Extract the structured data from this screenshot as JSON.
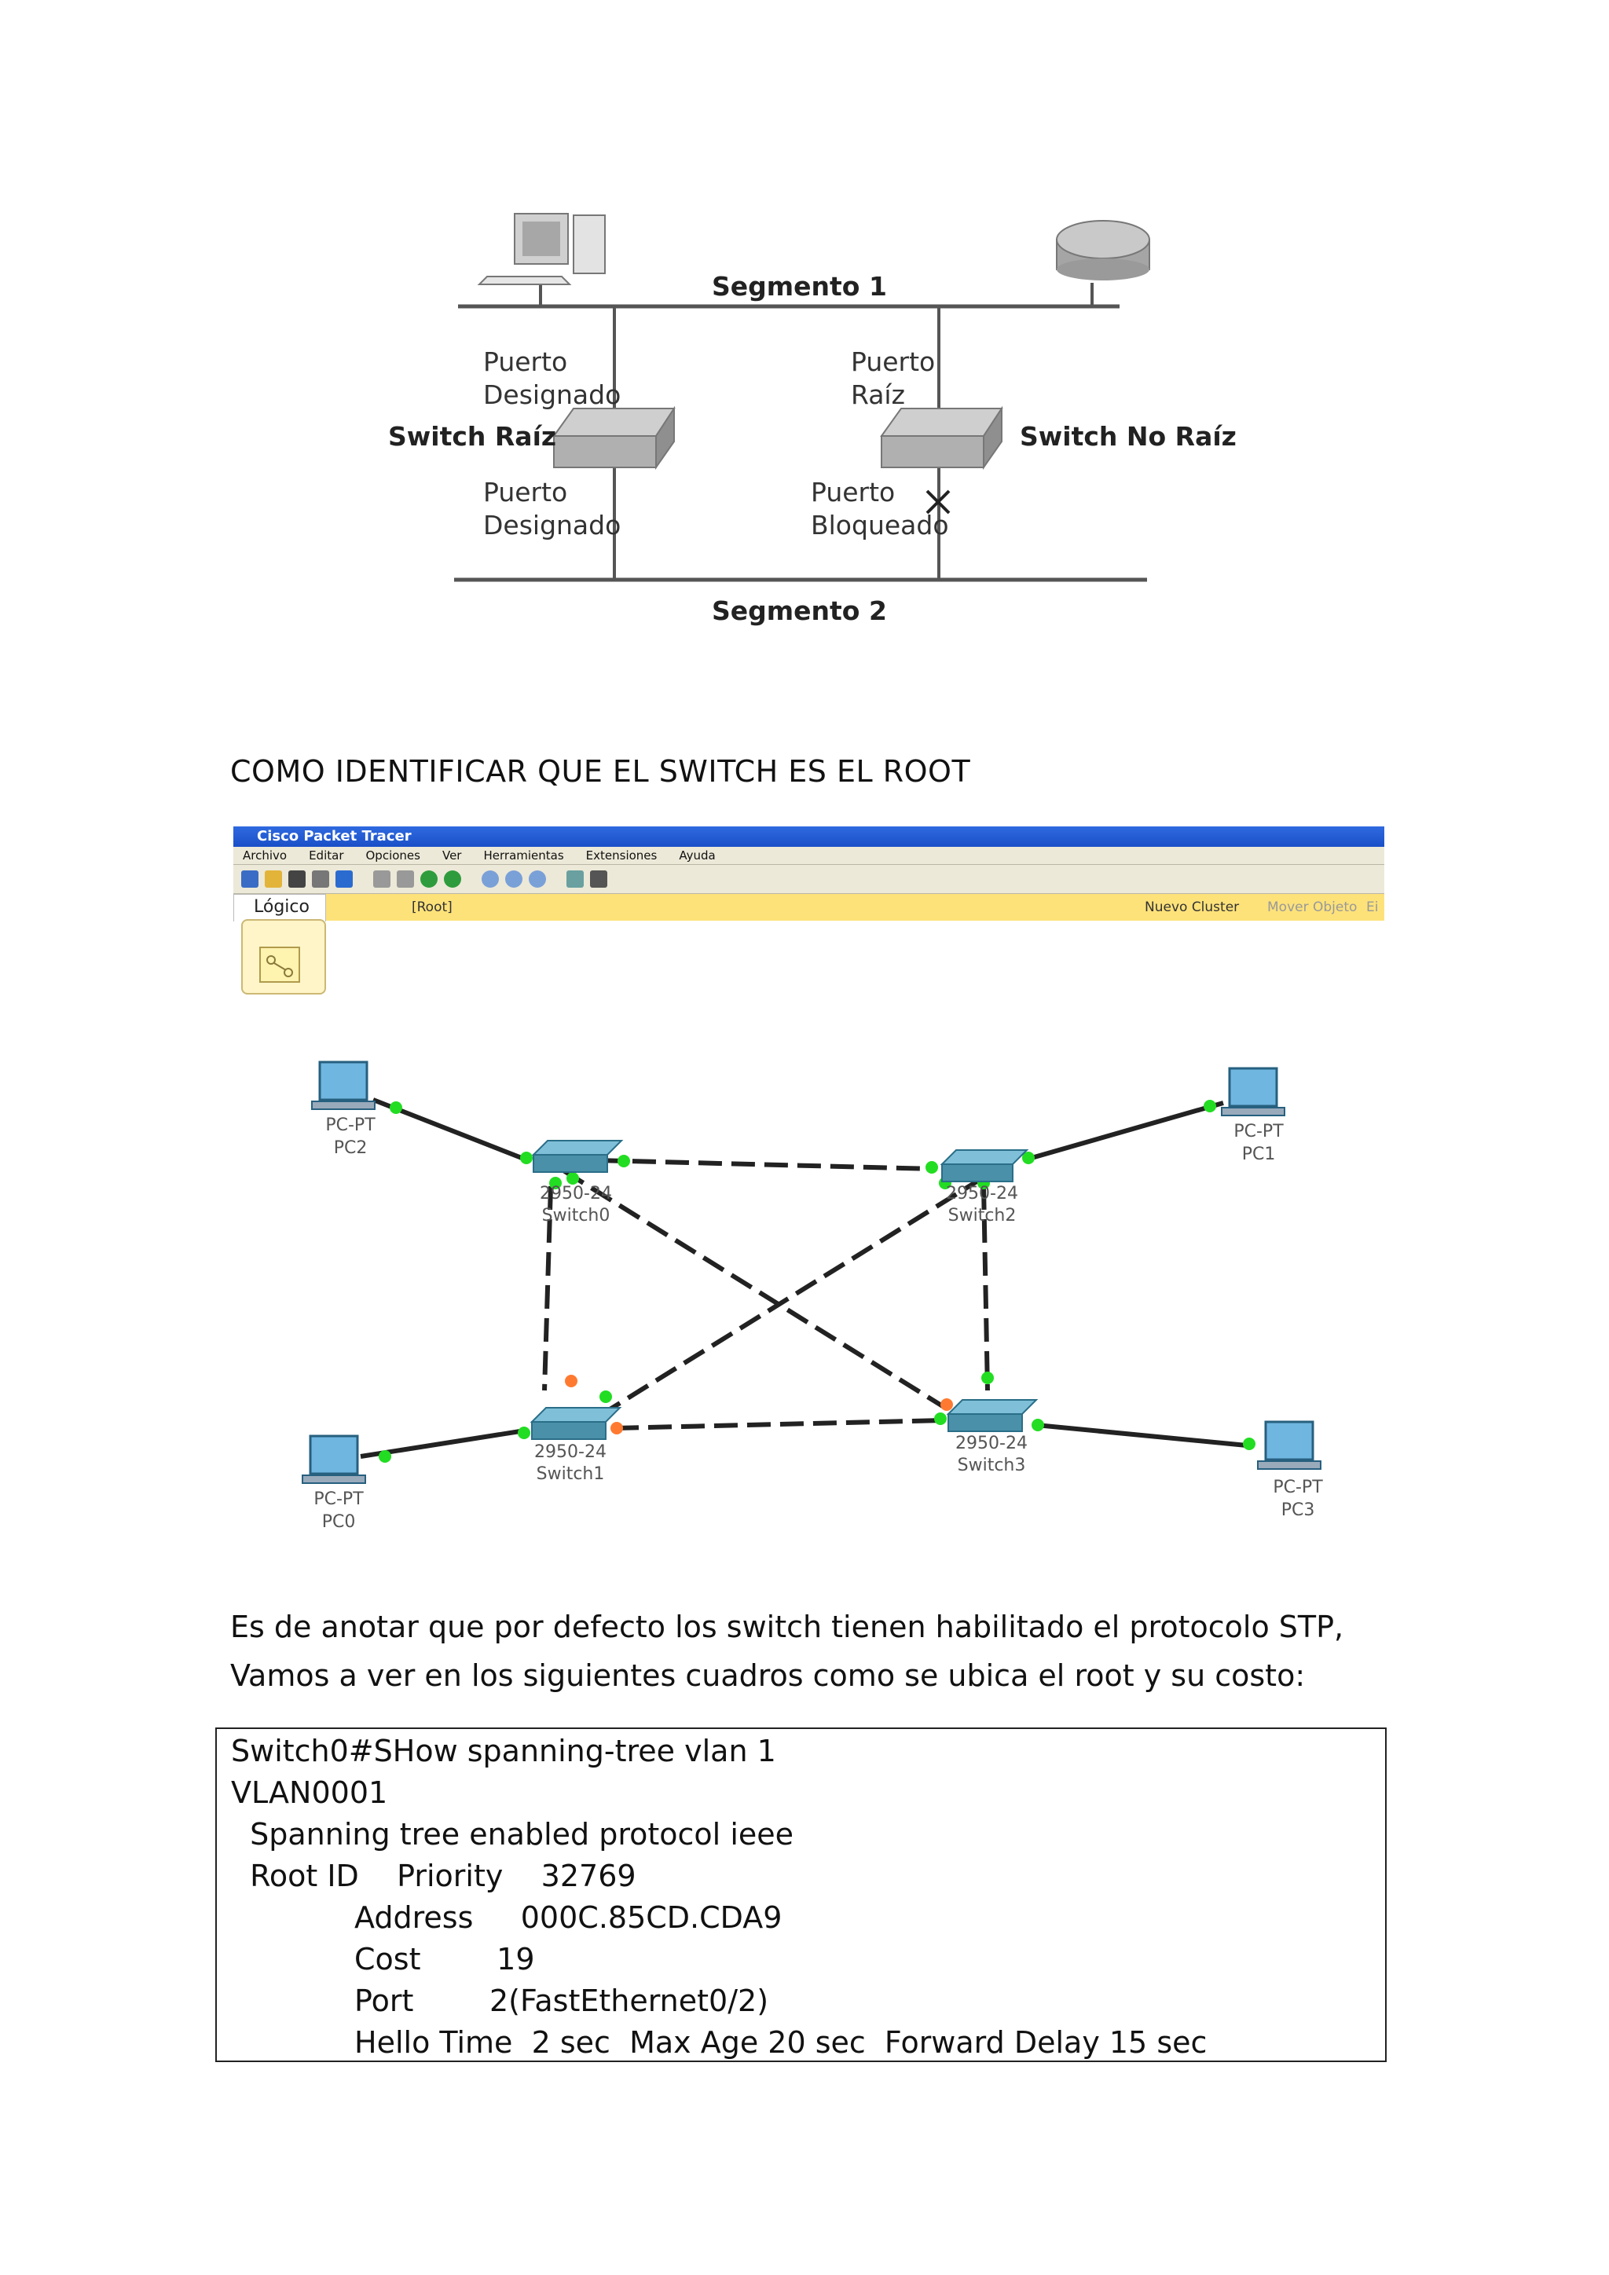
{
  "stp_diagram": {
    "segment_top": "Segmento 1",
    "segment_bottom": "Segmento 2",
    "root_switch_label": "Switch Raíz",
    "nonroot_switch_label": "Switch No Raíz",
    "root_top_port": [
      "Puerto",
      "Designado"
    ],
    "root_bottom_port": [
      "Puerto",
      "Designado"
    ],
    "nonroot_top_port": [
      "Puerto",
      "Raíz"
    ],
    "nonroot_bottom_port": [
      "Puerto",
      "Bloqueado"
    ]
  },
  "heading": "COMO IDENTIFICAR QUE EL SWITCH ES EL ROOT",
  "packet_tracer": {
    "title": "Cisco Packet Tracer",
    "menu": [
      "Archivo",
      "Editar",
      "Opciones",
      "Ver",
      "Herramientas",
      "Extensiones",
      "Ayuda"
    ],
    "tab_label": "Lógico",
    "path_label": "[Root]",
    "new_cluster": "Nuevo Cluster",
    "move_object": "Mover Objeto",
    "move_object_cut": "Ei",
    "devices": {
      "pc2": [
        "PC-PT",
        "PC2"
      ],
      "pc1": [
        "PC-PT",
        "PC1"
      ],
      "pc0": [
        "PC-PT",
        "PC0"
      ],
      "pc3": [
        "PC-PT",
        "PC3"
      ],
      "switch0": [
        "2950-24",
        "Switch0"
      ],
      "switch2": [
        "2950-24",
        "Switch2"
      ],
      "switch1": [
        "2950-24",
        "Switch1"
      ],
      "switch3": [
        "2950-24",
        "Switch3"
      ]
    },
    "colors": {
      "link_up": "#22dd22",
      "link_blocked": "#ff7a30",
      "switch": "#4a90a8"
    }
  },
  "paragraph": "Es de anotar que por defecto los switch tienen habilitado el protocolo STP, Vamos a ver en los siguientes cuadros como se ubica el root y su costo:",
  "cli_output": [
    "Switch0#SHow spanning-tree vlan 1",
    "VLAN0001",
    "  Spanning tree enabled protocol ieee",
    "  Root ID    Priority    32769",
    "             Address     000C.85CD.CDA9",
    "             Cost        19",
    "             Port        2(FastEthernet0/2)",
    "             Hello Time  2 sec  Max Age 20 sec  Forward Delay 15 sec"
  ]
}
